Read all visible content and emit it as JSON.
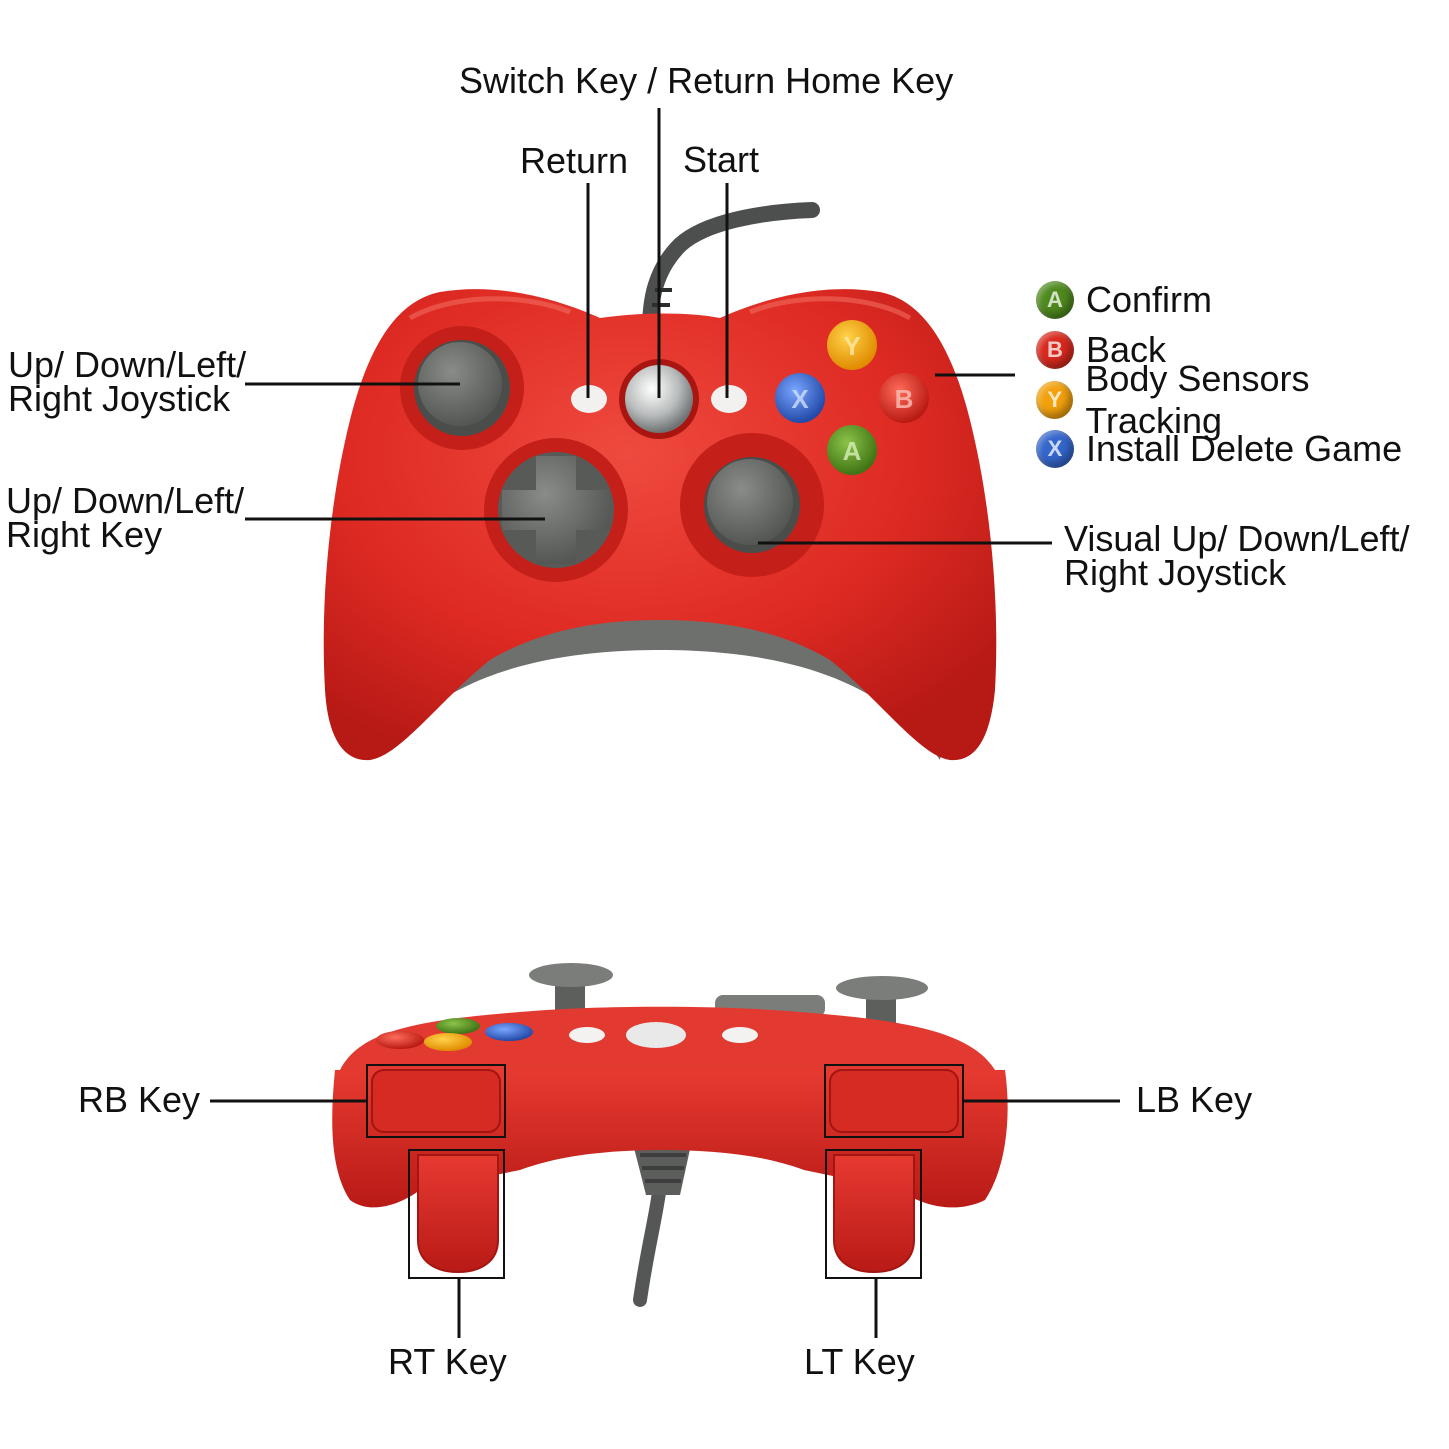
{
  "labels": {
    "switch_home": "Switch Key / Return Home Key",
    "return": "Return",
    "start": "Start",
    "left_joystick_line1": "Up/ Down/Left/",
    "left_joystick_line2": "Right Joystick",
    "dpad_line1": "Up/ Down/Left/",
    "dpad_line2": "Right Key",
    "right_joystick_line1": "Visual Up/ Down/Left/",
    "right_joystick_line2": "Right Joystick",
    "rb_key": "RB Key",
    "lb_key": "LB Key",
    "rt_key": "RT Key",
    "lt_key": "LT Key"
  },
  "legend": [
    {
      "glyph": "A",
      "text": "Confirm",
      "color": "#4f8a1e",
      "icon": "a-button-icon"
    },
    {
      "glyph": "B",
      "text": "Back",
      "color": "#d8291d",
      "icon": "b-button-icon"
    },
    {
      "glyph": "Y",
      "text": "Body Sensors Tracking",
      "color": "#f2a10d",
      "icon": "y-button-icon"
    },
    {
      "glyph": "X",
      "text": "Install Delete Game",
      "color": "#3466cc",
      "icon": "x-button-icon"
    }
  ],
  "colors": {
    "controller_red": "#df2a24",
    "controller_dark_red": "#b81a16",
    "gray": "#6c6e6b",
    "button_a": "#4f8a1e",
    "button_b": "#d8291d",
    "button_y": "#f2a10d",
    "button_x": "#3466cc"
  }
}
